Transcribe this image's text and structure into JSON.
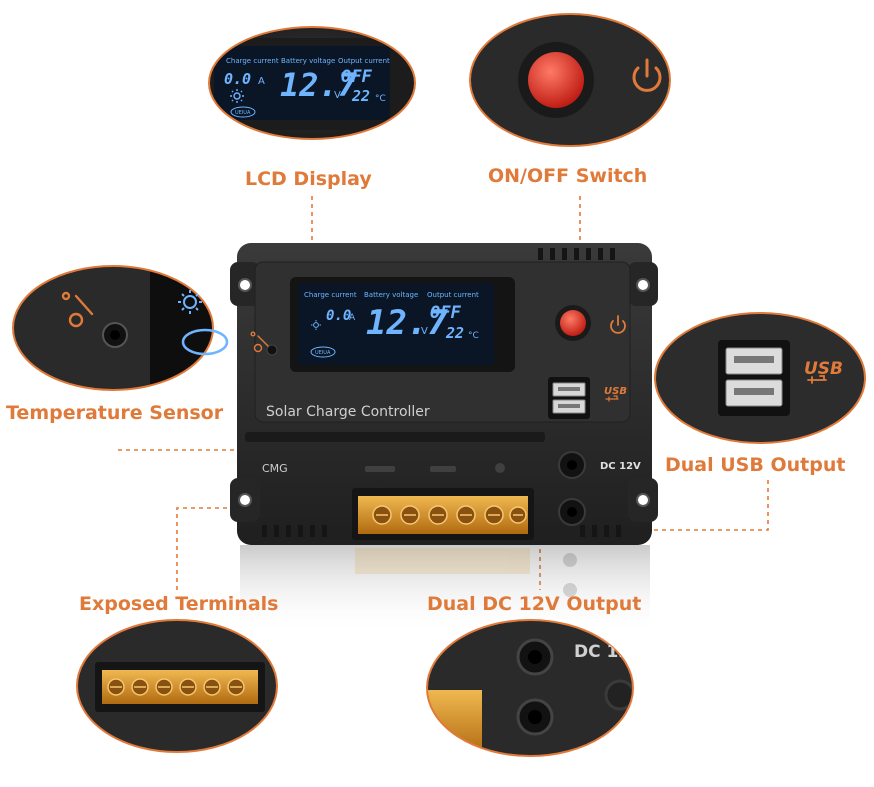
{
  "colors": {
    "accent": "#e07a3a",
    "lcd_text": "#6fb4ff",
    "lcd_bg": "#0a1626",
    "housing": "#2b2b2b",
    "switch": "#e8322a",
    "terminal": "#d89a2a"
  },
  "callouts": {
    "lcd_display": "LCD Display",
    "on_off_switch": "ON/OFF Switch",
    "temperature_sensor": "Temperature Sensor",
    "dual_usb_output": "Dual USB Output",
    "exposed_terminals": "Exposed Terminals",
    "dual_dc_output": "Dual DC 12V Output"
  },
  "lcd": {
    "charge_current_label": "Charge current",
    "battery_voltage_label": "Battery voltage",
    "output_current_label": "Output current",
    "charge_value": "0.0",
    "charge_unit": "A",
    "battery_value": "12.7",
    "battery_unit": "V",
    "output_status": "OFF",
    "temperature": "22",
    "temperature_unit": "°C",
    "brand": "UEIUA"
  },
  "device": {
    "name": "Solar Charge Controller",
    "brand_mark": "CMG",
    "usb_label": "USB",
    "dc_label": "DC 12V"
  },
  "icons": {
    "power": "power-icon",
    "sun": "sun-icon",
    "thermometer": "thermometer-icon",
    "usb": "usb-icon"
  }
}
